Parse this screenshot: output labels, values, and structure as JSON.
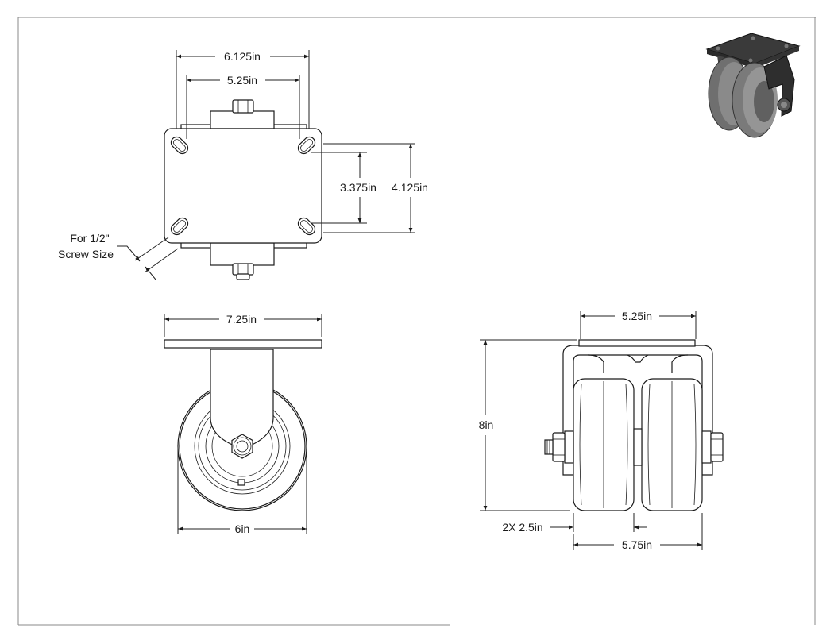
{
  "drawing": {
    "top_view": {
      "overall_width": "6.125in",
      "hole_spacing_width": "5.25in",
      "hole_spacing_height": "3.375in",
      "overall_height": "4.125in",
      "screw_note_line1": "For 1/2\"",
      "screw_note_line2": "Screw Size"
    },
    "side_view": {
      "plate_width": "7.25in",
      "wheel_diameter": "6in"
    },
    "front_view": {
      "plate_width": "5.25in",
      "overall_height": "8in",
      "wheel_width": "2X 2.5in",
      "overall_width": "5.75in"
    }
  },
  "colors": {
    "line": "#1a1a1a",
    "background": "#ffffff",
    "render_dark": "#3c3c3c",
    "render_mid": "#7a7a7a"
  }
}
